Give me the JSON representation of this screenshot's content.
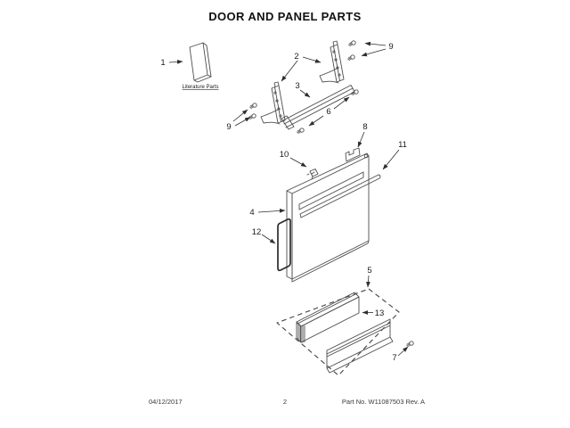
{
  "page": {
    "title": "DOOR AND PANEL PARTS",
    "footer": {
      "date": "04/12/2017",
      "page_number": "2",
      "part_info": "Part No. W11087503  Rev. A"
    }
  },
  "diagram": {
    "literature_label": "Literature Parts",
    "callouts": {
      "c1": "1",
      "c2": "2",
      "c3": "3",
      "c4": "4",
      "c5": "5",
      "c6": "6",
      "c7": "7",
      "c8": "8",
      "c9_left": "9",
      "c9_right": "9",
      "c10": "10",
      "c11": "11",
      "c12": "12",
      "c13": "13"
    }
  },
  "colors": {
    "background": "#ffffff",
    "line_art": "#4d4d4d",
    "label_text": "#1b1b1b",
    "footer_text": "#3a3a3a"
  }
}
